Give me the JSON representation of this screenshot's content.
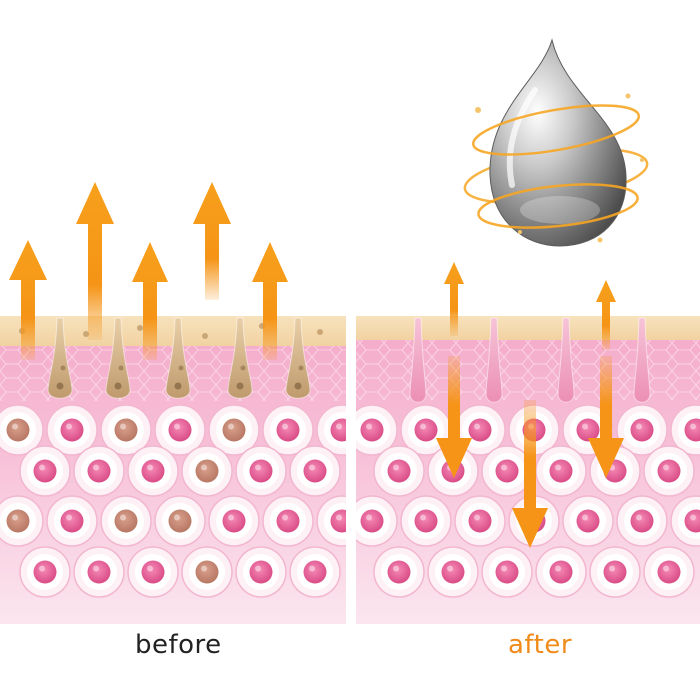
{
  "captions": {
    "before": "before",
    "after": "after"
  },
  "colors": {
    "arrow": "#f59416",
    "after_caption": "#f08a19",
    "before_caption": "#222222",
    "skin_surface": "#f6ddb3",
    "skin_pink": "#f6b8d2",
    "cell_core": "#e9649c",
    "cell_core_dull": "#c58b7a",
    "sebum_follicle": "#c7a57a",
    "clean_follicle": "#ee99bb"
  },
  "icons": [
    "serum-drop-icon",
    "arrow-up-icon",
    "arrow-down-icon",
    "skin-cell-icon",
    "hair-follicle-icon"
  ],
  "panels": [
    {
      "id": "before",
      "state": "impurities escaping"
    },
    {
      "id": "after",
      "state": "nutrients absorbed"
    }
  ]
}
